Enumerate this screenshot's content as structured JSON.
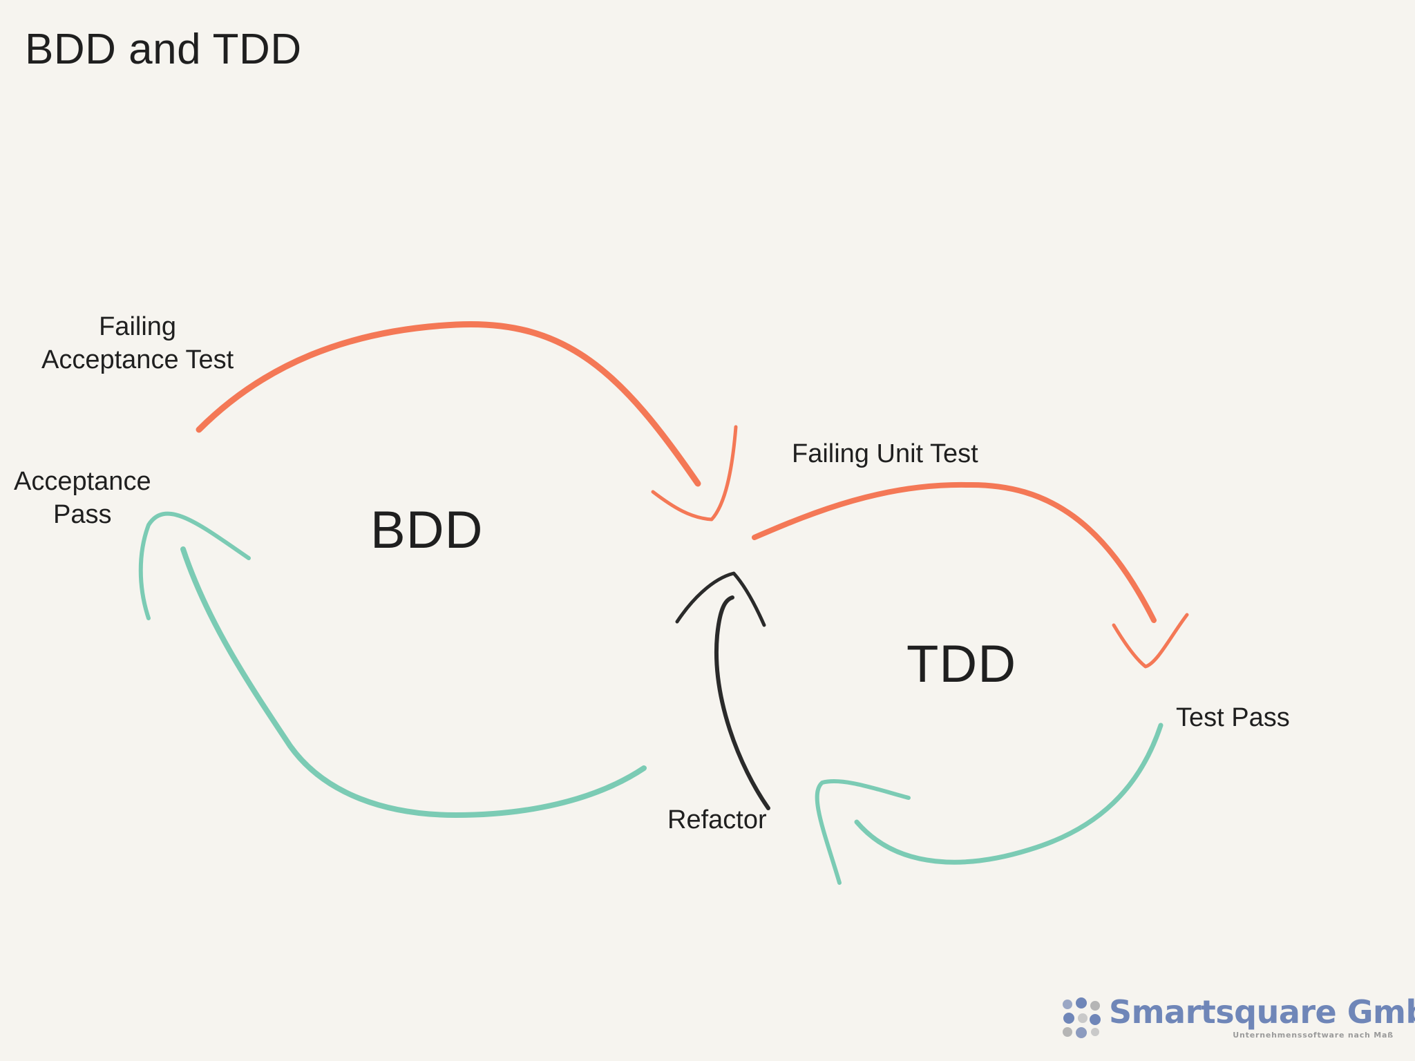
{
  "slide": {
    "title": "BDD and TDD"
  },
  "bdd": {
    "cycle_label": "BDD",
    "failing_line1": "Failing",
    "failing_line2": "Acceptance Test",
    "pass_line1": "Acceptance",
    "pass_line2": "Pass"
  },
  "tdd": {
    "cycle_label": "TDD",
    "failing_label": "Failing Unit Test",
    "pass_label": "Test Pass",
    "refactor_label": "Refactor"
  },
  "colors": {
    "failing": "#f47856",
    "passing": "#7bcbb4",
    "refactor": "#2a2a2a",
    "logo": "#6f86b8"
  },
  "logo": {
    "name": "Smartsquare GmbH",
    "tagline": "Unternehmenssoftware nach Maß"
  }
}
